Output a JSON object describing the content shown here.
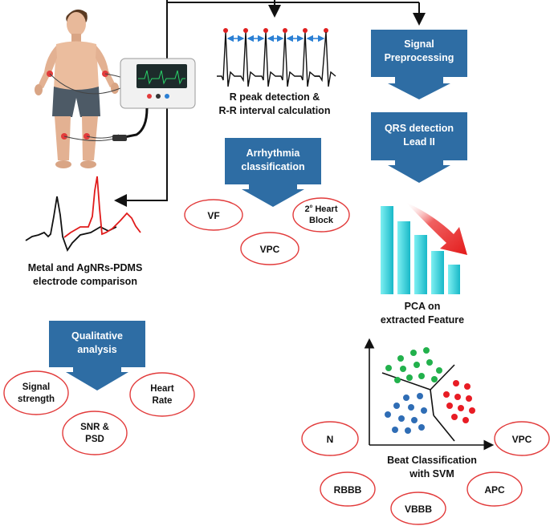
{
  "colors": {
    "box_blue": "#2e6da4",
    "oval_red": "#e23b3b",
    "trace_black": "#111111",
    "trace_red": "#e01b1b",
    "r_peak_red": "#e02020",
    "interval_blue": "#2a7fd4",
    "bar_cyan": "#2ad4de",
    "decline_arrow": "#e31b1b",
    "svm_green": "#22b14c",
    "svm_red": "#e81c24",
    "svm_blue": "#2f6db5"
  },
  "icons": {
    "patient": "human-body-illustration",
    "ecg_device": "ecg-monitor-device",
    "pca_bars": "bar-chart-icon"
  },
  "blocks": {
    "signal_preprocessing": {
      "line1": "Signal",
      "line2": "Preprocessing"
    },
    "qrs_detection": {
      "line1": "QRS detection",
      "line2": "Lead II"
    },
    "arrhythmia": {
      "line1": "Arrhythmia",
      "line2": "classification"
    },
    "qualitative": {
      "line1": "Qualitative",
      "line2": "analysis"
    }
  },
  "labels": {
    "rpeak_line1": "R peak detection &",
    "rpeak_line2": "R-R interval calculation",
    "electrode_line1": "Metal and AgNRs-PDMS",
    "electrode_line2": "electrode comparison",
    "pca_line1": "PCA on",
    "pca_line2": "extracted Feature",
    "beat_line1": "Beat Classification",
    "beat_line2": "with SVM"
  },
  "arrhythmia_classes": {
    "vf": "VF",
    "vpc": "VPC",
    "heart_block_pre": "2",
    "heart_block_sup": "o",
    "heart_block_post": " Heart",
    "heart_block_line2": "Block"
  },
  "qualitative_metrics": {
    "signal_line1": "Signal",
    "signal_line2": "strength",
    "heart_line1": "Heart",
    "heart_line2": "Rate",
    "snr_line1": "SNR &",
    "snr_line2": "PSD"
  },
  "beat_classes": {
    "n": "N",
    "vpc": "VPC",
    "rbbb": "RBBB",
    "apc": "APC",
    "vbbb": "VBBB"
  }
}
